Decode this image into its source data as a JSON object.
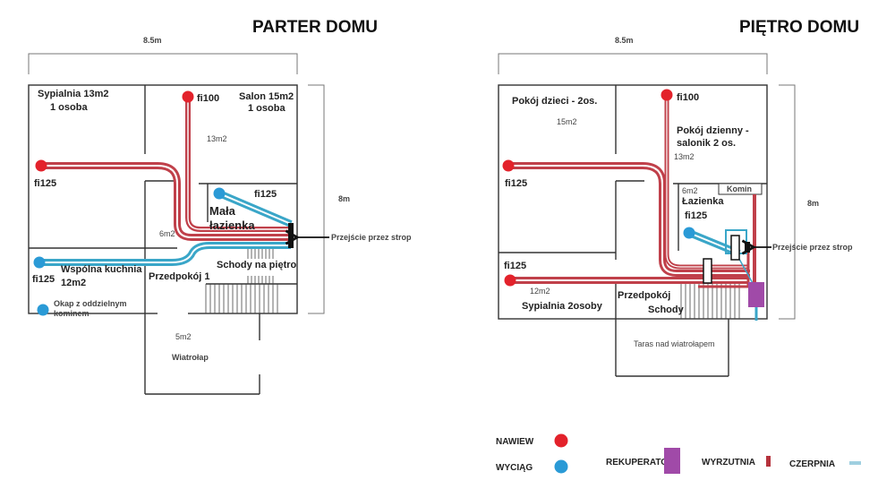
{
  "colors": {
    "nawiew": "#e3222b",
    "nawiew_duct": "#c0404a",
    "wyciag": "#2a9ad6",
    "wyciag_duct": "#3aa6c8",
    "rekuperator": "#a04aa8",
    "wyrzutnia": "#b5323c",
    "czerpnia": "#9fcfe0"
  },
  "parter": {
    "title": "PARTER DOMU",
    "width_dim": "8.5m",
    "height_dim": "8m",
    "rooms": {
      "sypialnia": [
        "Sypialnia 13m2",
        "1 osoba"
      ],
      "salon": [
        "Salon 15m2",
        "1 osoba"
      ],
      "salon_area": "13m2",
      "lazienka": [
        "Mała",
        "łazienka"
      ],
      "hall_area": "6m2",
      "kuchnia": [
        "Wspólna kuchnia",
        "12m2"
      ],
      "przedpokoj": "Przedpokój 1",
      "schody": "Schody na piętro",
      "wiatrolap_area": "5m2",
      "wiatrolap": "Wiatrołap"
    },
    "points": {
      "fi100": "fi100",
      "fi125_bed": "fi125",
      "fi125_bath": "fi125",
      "fi125_kitchen": "fi125"
    },
    "okap": [
      "Okap z oddzielnym",
      "kominem"
    ],
    "przejscie": "Przejście przez strop"
  },
  "pietro": {
    "title": "PIĘTRO DOMU",
    "width_dim": "8.5m",
    "height_dim": "8m",
    "rooms": {
      "dzieci": "Pokój dzieci - 2os.",
      "dzieci_area": "15m2",
      "dzienny": [
        "Pokój dzienny -",
        "salonik  2 os."
      ],
      "dzienny_area": "13m2",
      "lazienka_area": "6m2",
      "lazienka": "Łazienka",
      "komin": "Komin",
      "sypialnia_area": "12m2",
      "sypialnia": "Sypialnia  2osoby",
      "przedpokoj": "Przedpokój",
      "schody": "Schody",
      "taras": "Taras nad wiatrołapem"
    },
    "points": {
      "fi100": "fi100",
      "fi125_top": "fi125",
      "fi125_bath": "fi125",
      "fi125_bed": "fi125"
    },
    "przejscie": "Przejście przez strop"
  },
  "legend": {
    "nawiew": "NAWIEW",
    "wyciag": "WYCIĄG",
    "rekuperator": "REKUPERATOR",
    "wyrzutnia": "WYRZUTNIA",
    "czerpnia": "CZERPNIA"
  }
}
